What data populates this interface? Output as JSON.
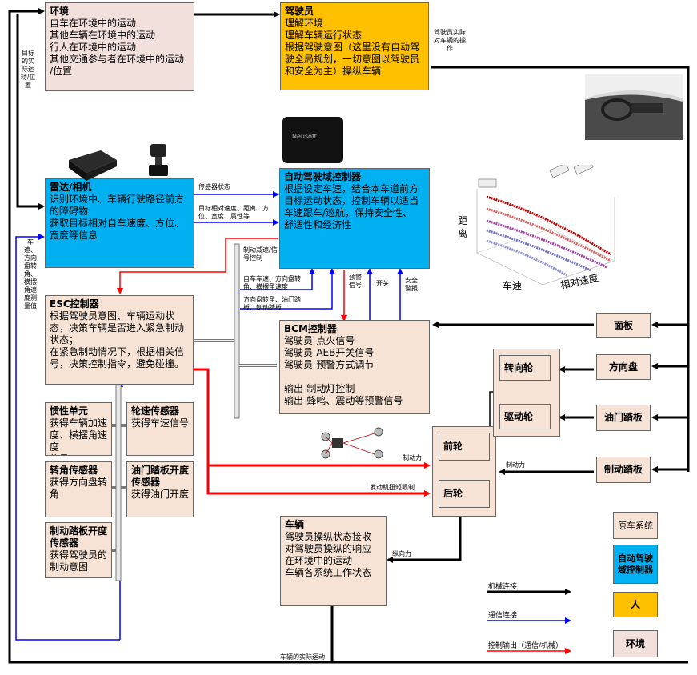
{
  "environment": {
    "title": "环境",
    "lines": [
      "自车在环境中的运动",
      "其他车辆在环境中的运动",
      "行人在环境中的运动",
      "其他交通参与者在环境中的运动",
      "/位置"
    ]
  },
  "driver": {
    "title": "驾驶员",
    "lines": [
      "理解环境",
      "理解车辆运行状态",
      "根据驾驶意图（这里没有自动驾",
      "驶全局规划，一切意图以驾驶员",
      "和安全为主）操纵车辆"
    ]
  },
  "radar": {
    "title": "雷达/相机",
    "lines": [
      "识别环境中、车辆行驶路径前方",
      "的障碍物",
      "获取目标相对自车速度、方位、",
      "宽度等信息"
    ]
  },
  "adc": {
    "title": "自动驾驶域控制器",
    "lines": [
      "根据设定车速，结合本车道前方",
      "目标运动状态，控制车辆以适当",
      "车速跟车/巡航，保持安全性、",
      "舒适性和经济性"
    ]
  },
  "esc": {
    "title": "ESC控制器",
    "lines": [
      "根据驾驶员意图、车辆运动状",
      "态，决策车辆是否进入紧急制动",
      "状态；",
      "在紧急制动情况下，根据相关信",
      "号，决策控制指令，避免碰撞。"
    ]
  },
  "bcm": {
    "title": "BCM控制器",
    "lines": [
      "驾驶员-点火信号",
      "驾驶员-AEB开关信号",
      "驾驶员-预警方式调节",
      "",
      "输出-制动灯控制",
      "输出-蜂鸣、震动等预警信号"
    ]
  },
  "sensors": {
    "inertial": {
      "title": "惯性单元",
      "lines": [
        "获得车辆加速",
        "度、横摆角速度",
        "信号"
      ]
    },
    "wheel_speed": {
      "title": "轮速传感器",
      "lines": [
        "获得车速信号"
      ]
    },
    "steer_angle": {
      "title": "转角传感器",
      "lines": [
        "获得方向盘转",
        "角"
      ]
    },
    "throttle": {
      "title": "油门踏板开度",
      "title2": "传感器",
      "lines": [
        "获得油门开度"
      ]
    },
    "brake_pedal": {
      "title": "制动踏板开度",
      "title2": "传感器",
      "lines": [
        "获得驾驶员的",
        "制动意图"
      ]
    }
  },
  "vehicle": {
    "title": "车辆",
    "lines": [
      "驾驶员操纵状态接收",
      "对驾驶员操纵的响应",
      "在环境中的运动",
      "车辆各系统工作状态"
    ]
  },
  "components": {
    "panel": "面板",
    "steering_wheel": "方向盘",
    "throttle_pedal": "油门踏板",
    "brake_pedal": "制动踏板",
    "steer_wheel": "转向轮",
    "drive_wheel": "驱动轮",
    "front_wheel": "前轮",
    "rear_wheel": "后轮"
  },
  "labels": {
    "driver_actual_op": "驾驶员实际对车辆的操作",
    "target_actual_motion": "目标的实际运动/位置",
    "sensor_state": "传感器状态",
    "target_rel": "目标相对速度、距离、方位、宽度、属性等",
    "own_speed_side": "车速、方向盘转角、横摆角速度测量值",
    "decel_signal": "制动减速/信号控制",
    "own_speed_yaw": "自车车速、方向盘转角、横摆角速度",
    "dir_throttle": "方向盘转角、油门踏板、制动踏板",
    "warn_signal": "预警信号",
    "switch": "开关",
    "safety_alert": "安全警报",
    "brake_force_top": "制动力",
    "brake_force_right": "制动力",
    "engine_torque": "发动机扭矩限制",
    "longitudinal_force": "纵向力",
    "actual_motion": "车辆的实际运动",
    "distance": "距离",
    "speed": "车速",
    "rel_speed": "相对速度",
    "adc_device": "Neusoft"
  },
  "legend": {
    "original_system": "原车系统",
    "adc": "自动驾驶域控制器",
    "person": "人",
    "environment": "环境",
    "mechanical": "机械连接",
    "communication": "通信连接",
    "control_output": "控制输出（通信/机械）"
  },
  "colors": {
    "environment": "#f2e0dd",
    "driver": "#ffc000",
    "adc": "#00b0f0",
    "controller": "#f6e3d5",
    "mechanical": "#000000",
    "communication": "#0000ff",
    "control": "#ff0000"
  }
}
